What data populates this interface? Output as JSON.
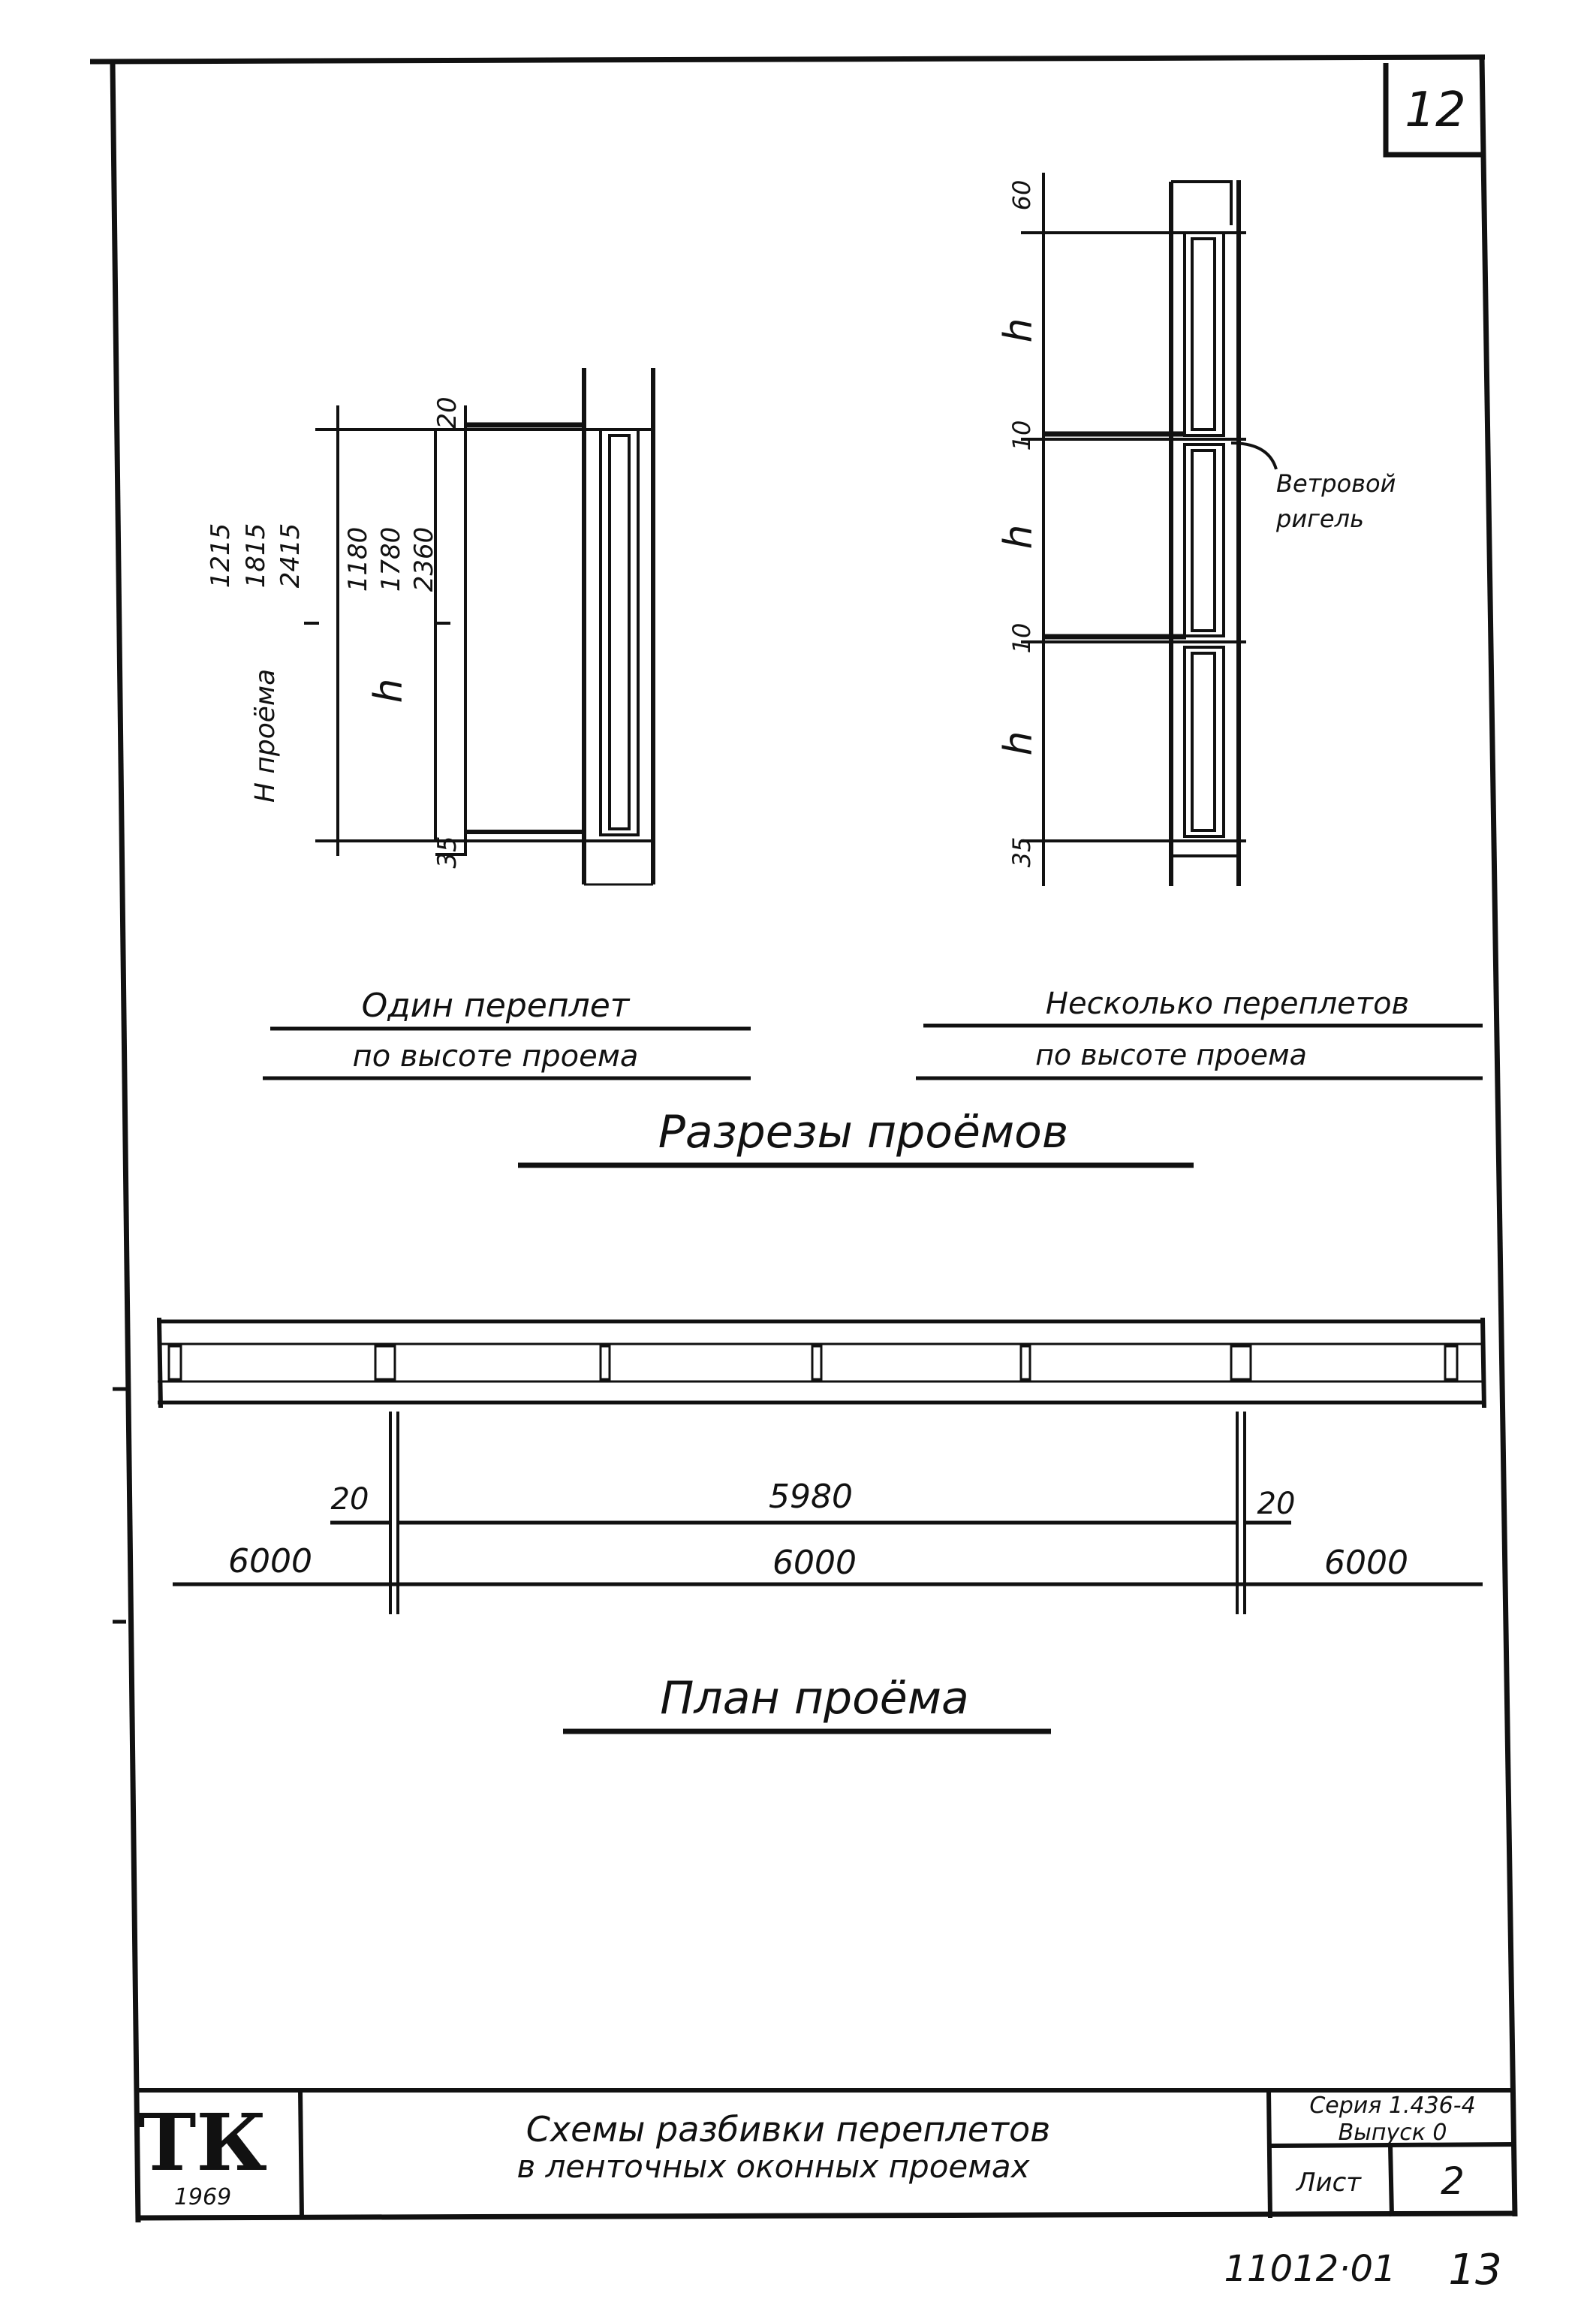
{
  "sheet": {
    "page_number": "12",
    "footer_code": "11012·01",
    "footer_number": "13"
  },
  "section_single": {
    "top_dim": "20",
    "bottom_dim": "35",
    "h_opening_label": "H проёма",
    "h_opening_values": [
      "1215",
      "1815",
      "2415"
    ],
    "h_values": [
      "1180",
      "1780",
      "2360"
    ],
    "h_label": "h",
    "caption_line1": "Один переплет",
    "caption_line2": "по высоте проема"
  },
  "section_multi": {
    "dims": [
      "60",
      "h",
      "10",
      "h",
      "10",
      "h",
      "35"
    ],
    "wind_girder_label_line1": "Ветровой",
    "wind_girder_label_line2": "ригель",
    "caption_line1": "Несколько переплетов",
    "caption_line2": "по высоте проема"
  },
  "sections_title": "Разрезы проёмов",
  "plan": {
    "dim_left_gap": "20",
    "dim_inner": "5980",
    "dim_right_gap": "20",
    "dim_left": "6000",
    "dim_center": "6000",
    "dim_right": "6000",
    "title": "План проёма"
  },
  "title_block": {
    "logo": "ТК",
    "year": "1969",
    "title_line1": "Схемы разбивки переплетов",
    "title_line2": "в ленточных оконных проемах",
    "series": "Серия 1.436-4",
    "issue": "Выпуск 0",
    "sheet_label": "Лист",
    "sheet_number": "2"
  }
}
